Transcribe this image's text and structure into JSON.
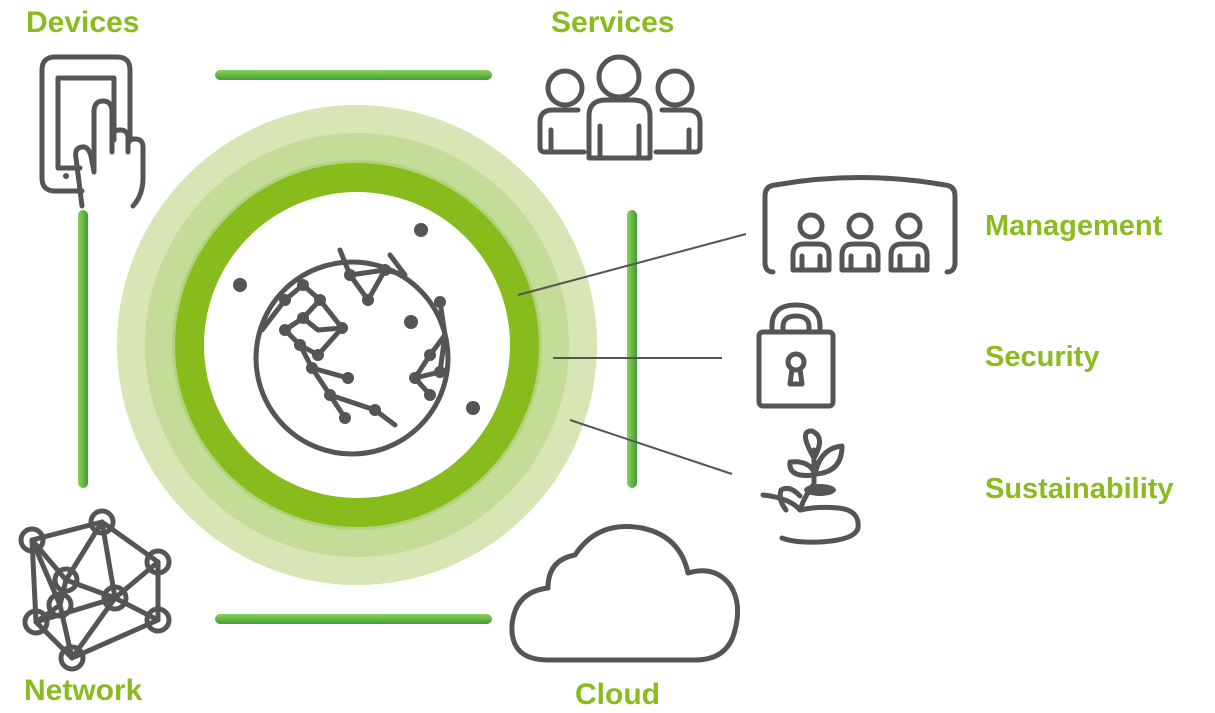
{
  "labels": {
    "devices": "Devices",
    "services": "Services",
    "network": "Network",
    "cloud": "Cloud",
    "management": "Management",
    "security": "Security",
    "sustainability": "Sustainability"
  },
  "colors": {
    "accent": "#8bbb1e",
    "bar": "#5bb33c",
    "ring_outer": "#d7e6b4",
    "ring_mid": "#c4dc97",
    "ring_inner": "#b2d27b",
    "ring_core": "#88bb1c",
    "icon": "#555555",
    "connector": "#555555"
  },
  "icons": {
    "devices": "tablet-touch-icon",
    "services": "people-group-icon",
    "network": "network-mesh-icon",
    "cloud": "cloud-icon",
    "management": "team-board-icon",
    "security": "padlock-icon",
    "sustainability": "plant-in-hand-icon",
    "center": "globe-network-icon"
  }
}
